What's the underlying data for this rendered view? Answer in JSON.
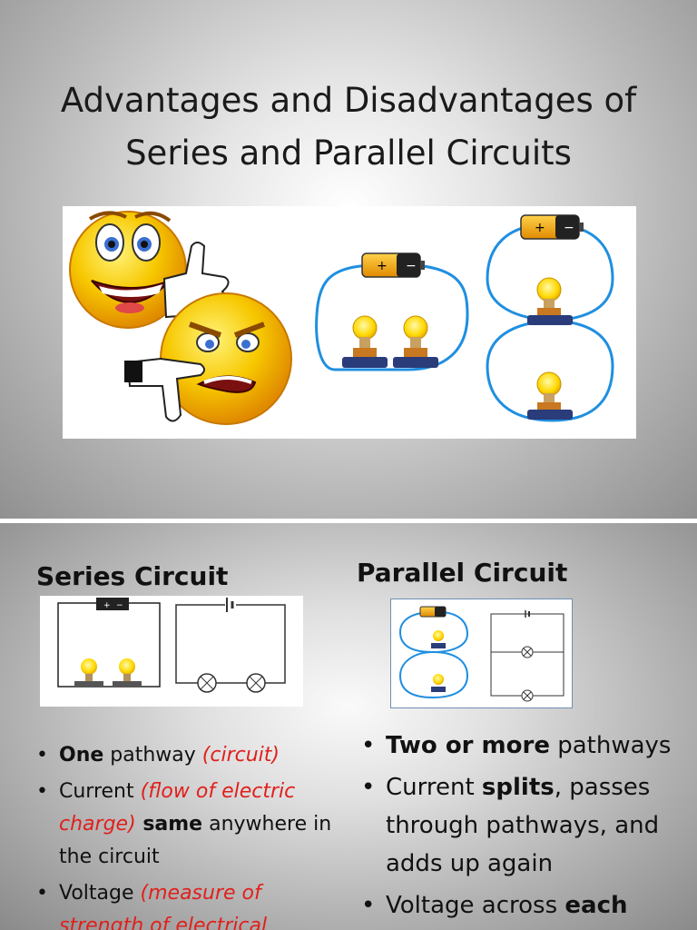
{
  "slide1": {
    "title_line1": "Advantages and Disadvantages of",
    "title_line2": "Series and Parallel Circuits"
  },
  "slide2": {
    "series": {
      "heading": "Series Circuit",
      "bullets": [
        {
          "bold": "One",
          "text": " pathway ",
          "note": "(circuit)"
        },
        {
          "prefix": "Current ",
          "note": "(flow of electric charge)",
          "bold": " same",
          "text": " anywhere in the circuit"
        },
        {
          "prefix": "Voltage ",
          "note": "(measure of strength of electrical"
        }
      ]
    },
    "parallel": {
      "heading": "Parallel Circuit",
      "bullets": [
        {
          "bold": "Two or more",
          "text": " pathways"
        },
        {
          "prefix": "Current ",
          "bold": "splits",
          "text": ", passes through pathways, and adds up again"
        },
        {
          "prefix": "Voltage across ",
          "bold": "each"
        }
      ]
    }
  },
  "icons": {
    "bullet": "•",
    "battery_plus": "+",
    "battery_minus": "−"
  },
  "colors": {
    "note_red": "#e0201c",
    "wire_blue": "#1f8fe0",
    "smiley_yellow": "#f7c800"
  }
}
